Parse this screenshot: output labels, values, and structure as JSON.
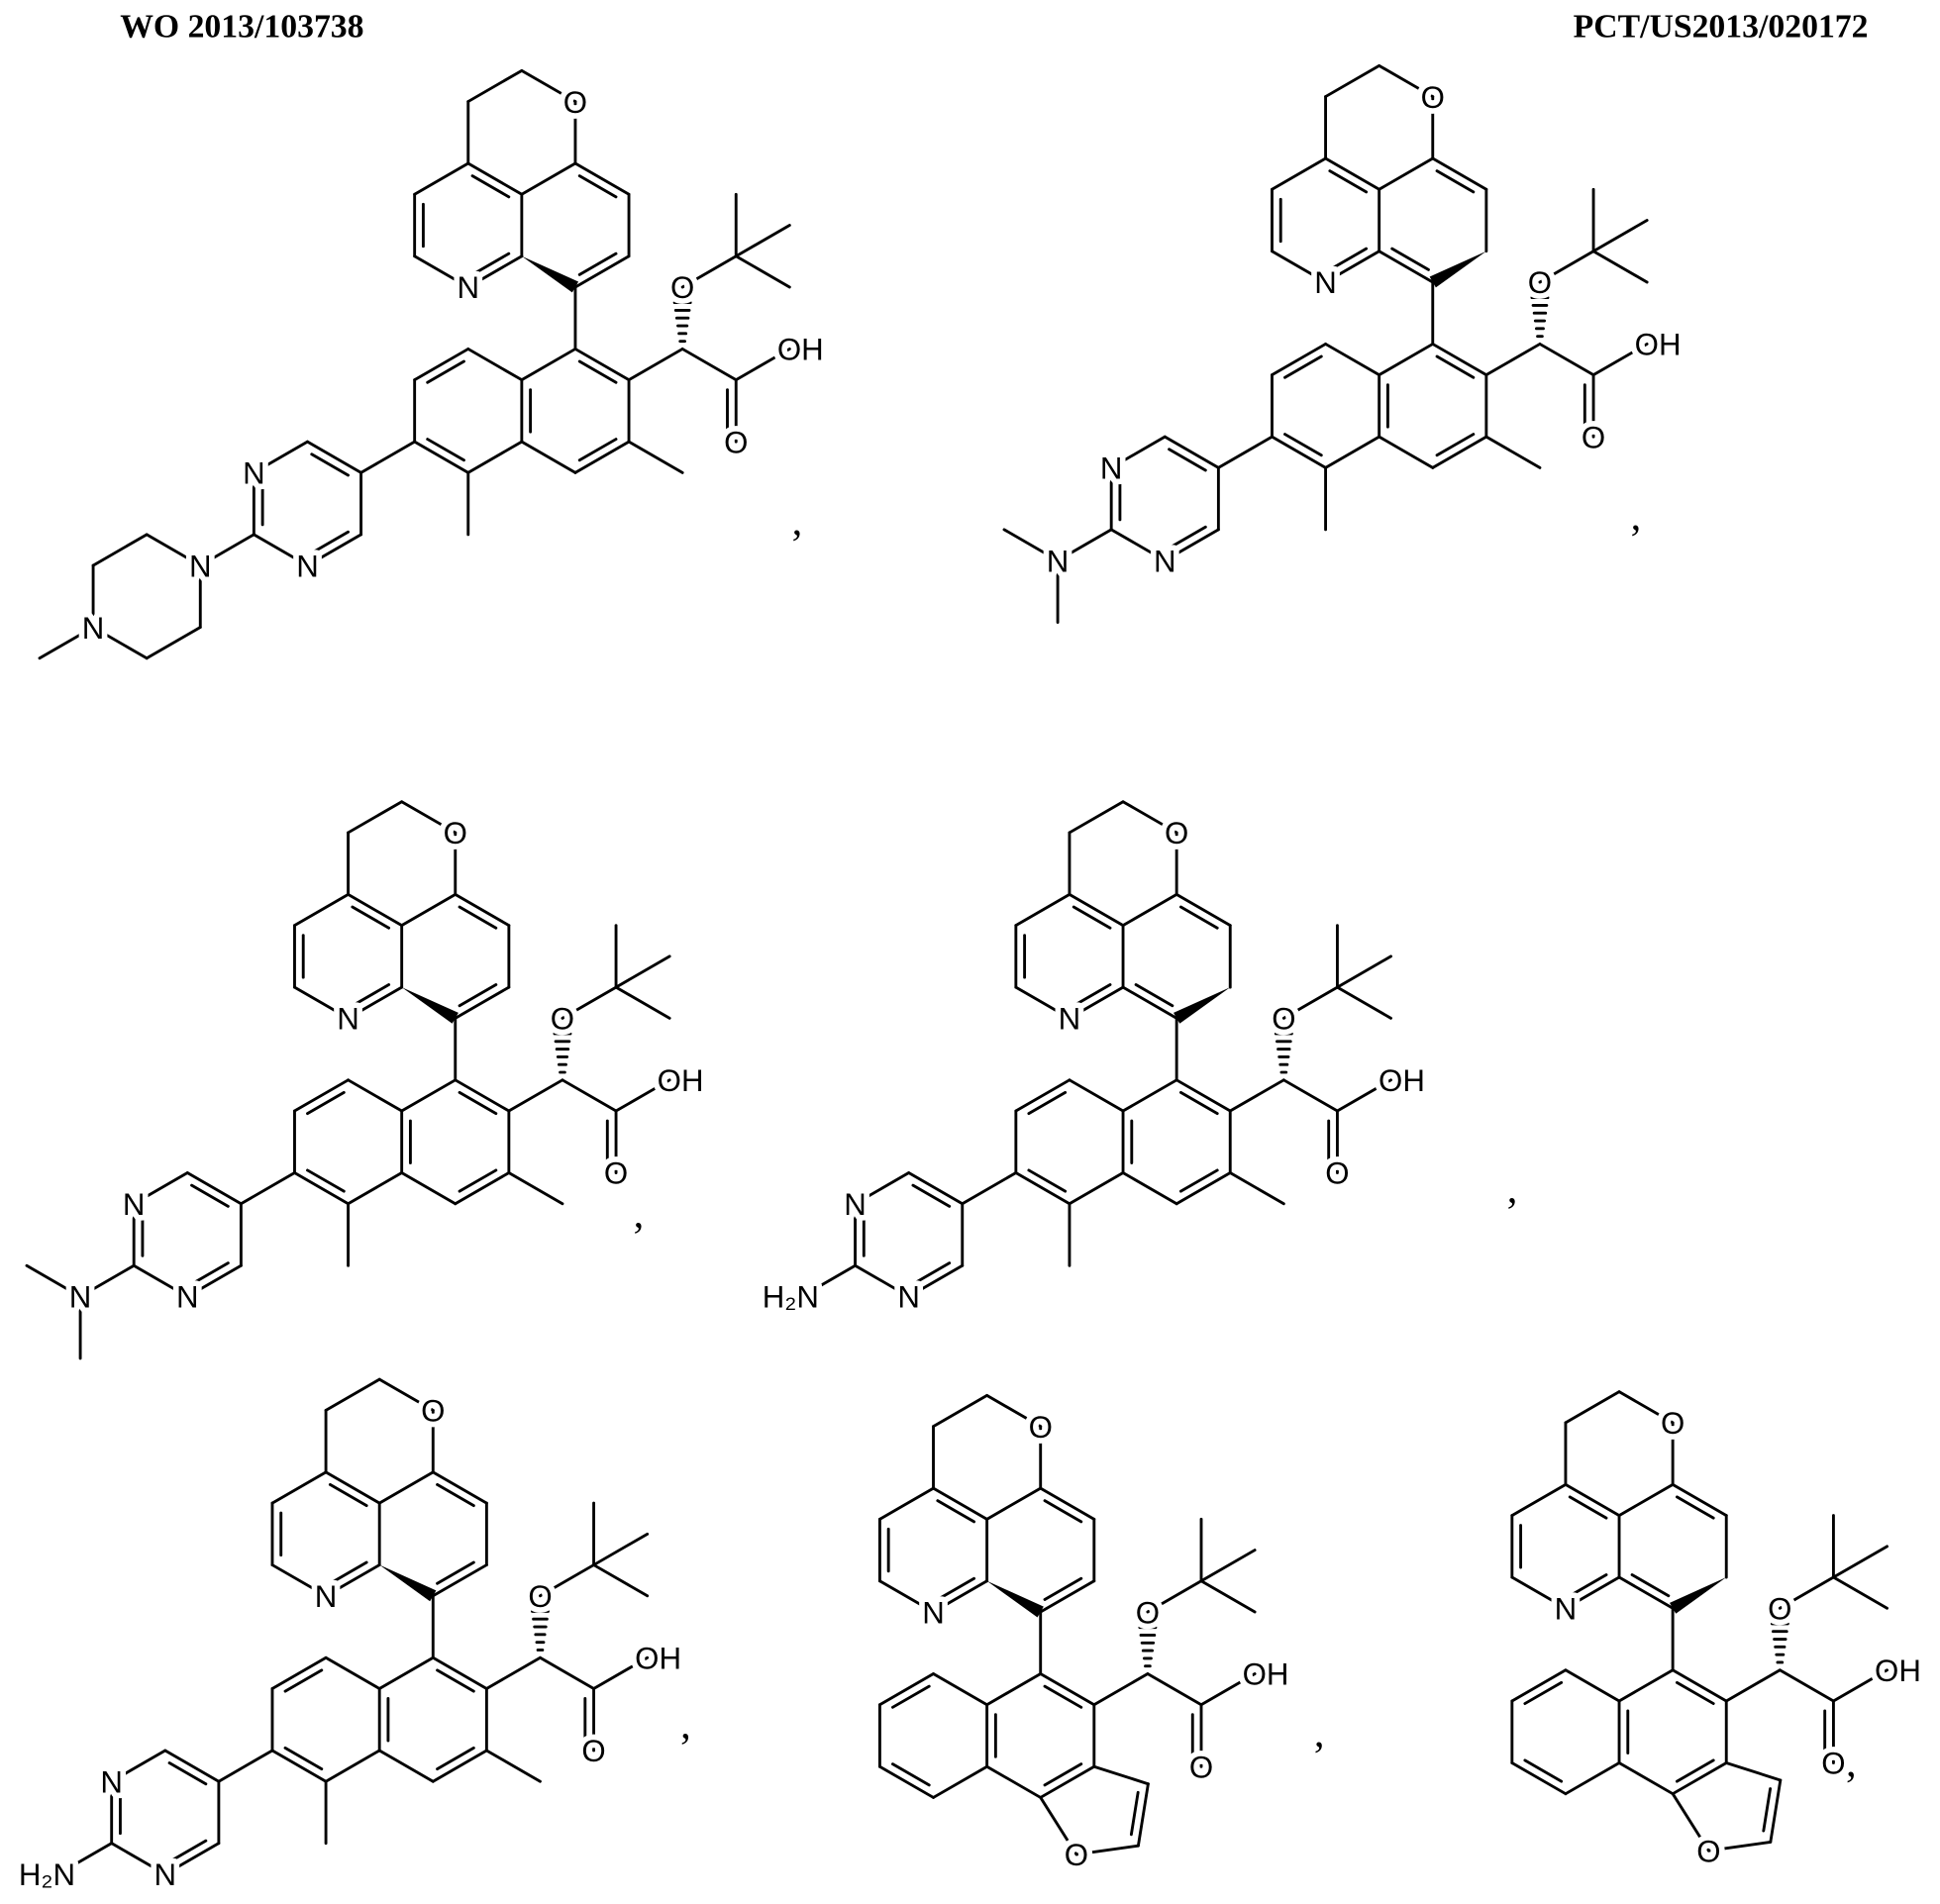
{
  "header": {
    "publication_number": "WO 2013/103738",
    "application_number": "PCT/US2013/020172"
  },
  "atom_labels": {
    "oxygen": "O",
    "nitrogen": "N",
    "hydroxyl": "OH",
    "amino": "H₂N"
  },
  "separator": ","
}
